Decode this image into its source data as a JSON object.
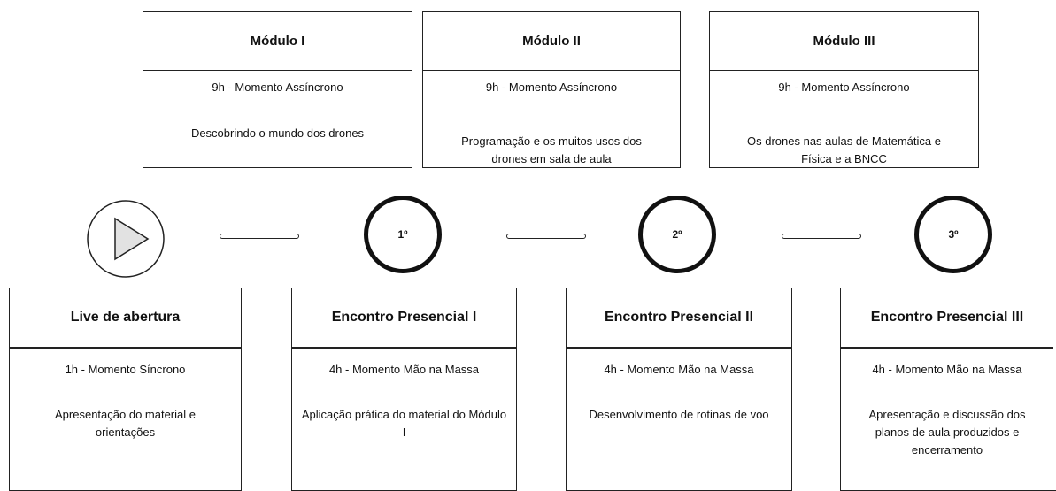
{
  "modules": [
    {
      "title": "Módulo I",
      "time": "9h - Momento Assíncrono",
      "description": "Descobrindo o mundo dos drones"
    },
    {
      "title": "Módulo II",
      "time": "9h - Momento Assíncrono",
      "description": "Programação e os muitos usos dos drones em sala de aula"
    },
    {
      "title": "Módulo III",
      "time": "9h - Momento Assíncrono",
      "description": "Os drones nas aulas de Matemática e Física e a BNCC"
    }
  ],
  "steps": [
    "1º",
    "2º",
    "3º"
  ],
  "play_icon": "play-icon",
  "events": [
    {
      "title": "Live de abertura",
      "time": "1h - Momento Síncrono",
      "description": "Apresentação do material e orientações"
    },
    {
      "title": "Encontro Presencial I",
      "time": "4h - Momento Mão na Massa",
      "description": "Aplicação prática do material do Módulo I"
    },
    {
      "title": "Encontro Presencial II",
      "time": "4h - Momento Mão na Massa",
      "description": "Desenvolvimento de rotinas de voo"
    },
    {
      "title": "Encontro Presencial III",
      "time": "4h - Momento Mão na Massa",
      "description": "Apresentação e discussão dos planos de aula produzidos e encerramento"
    }
  ]
}
